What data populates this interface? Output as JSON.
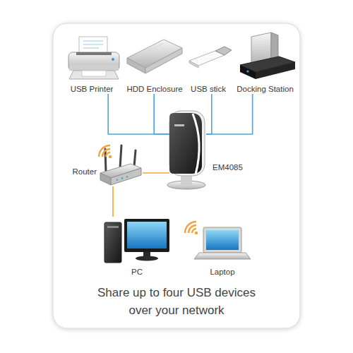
{
  "diagram": {
    "caption": "Share up to four USB devices over your network",
    "nodes": [
      {
        "text": [
          "USB Printer"
        ]
      },
      {
        "text": [
          "HDD Enclosure"
        ]
      },
      {
        "text": [
          "USB stick"
        ]
      },
      {
        "text": [
          "Docking Station"
        ]
      },
      {
        "text": [
          "Router"
        ]
      },
      {
        "text": [
          "EM4085"
        ]
      },
      {
        "text": [
          "PC"
        ]
      },
      {
        "text": [
          "Laptop"
        ]
      }
    ],
    "edges": [
      {
        "from": 0,
        "to": 5,
        "arrow": "none"
      },
      {
        "from": 1,
        "to": 5,
        "arrow": "none"
      },
      {
        "from": 2,
        "to": 5,
        "arrow": "none"
      },
      {
        "from": 3,
        "to": 5,
        "arrow": "none"
      },
      {
        "from": 4,
        "to": 5,
        "arrow": "none"
      },
      {
        "from": 4,
        "to": 6,
        "arrow": "none"
      }
    ]
  }
}
